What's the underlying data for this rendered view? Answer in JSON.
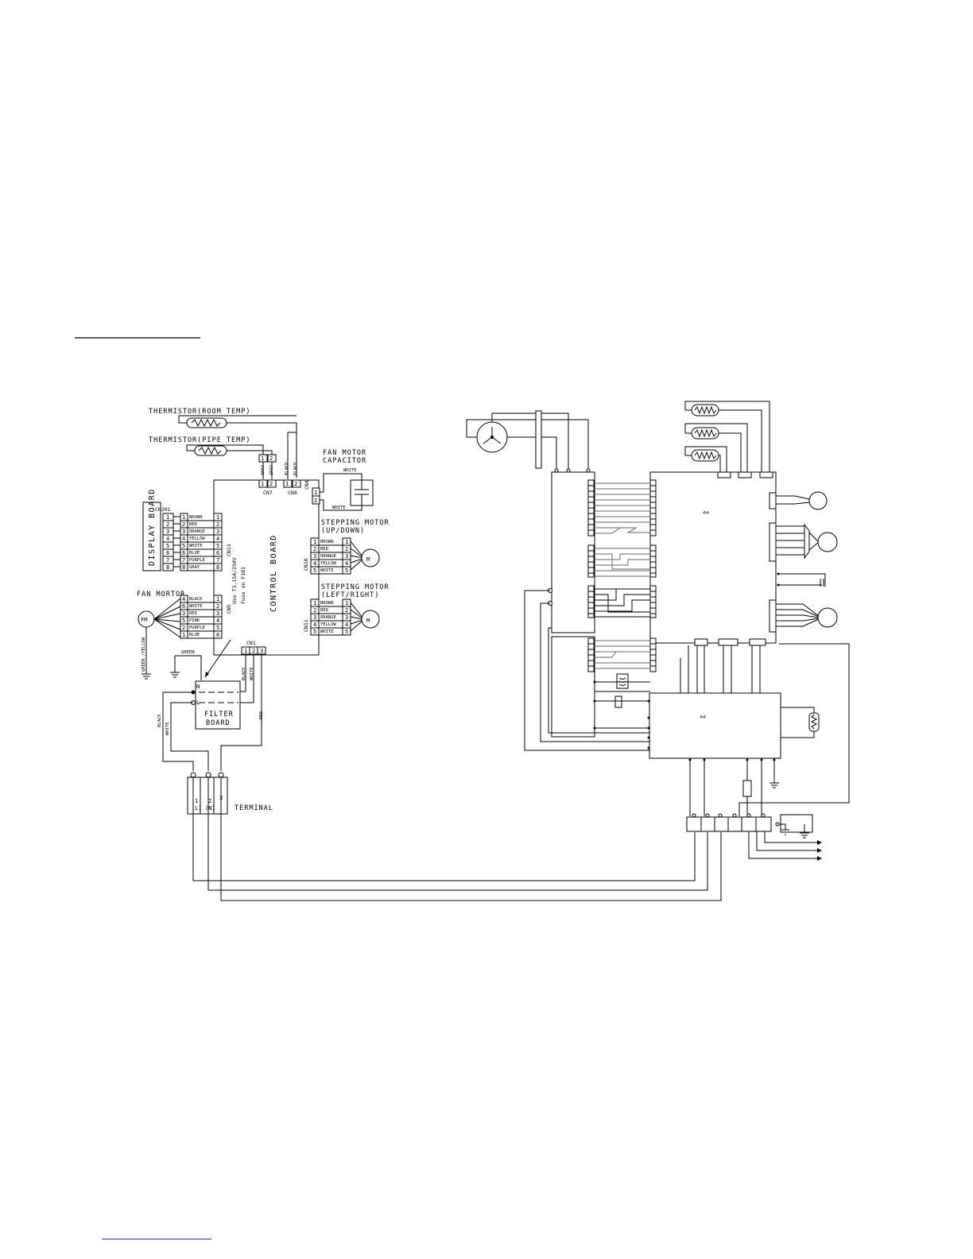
{
  "colors": {
    "line": "#000000",
    "gray_line": "#666666",
    "background": "#ffffff",
    "link_underline": "#3355cc"
  },
  "indoor": {
    "thermistor_room": "THERMISTOR(ROOM TEMP)",
    "thermistor_pipe": "THERMISTOR(PIPE TEMP)",
    "fan_motor_capacitor": [
      "FAN MOTOR",
      "CAPACITOR"
    ],
    "capacitor_wires": [
      "WHITE",
      "WHITE"
    ],
    "cn7": {
      "label": "CN7",
      "wires": [
        "GRAY",
        "GRAY"
      ],
      "pins": [
        "1",
        "2"
      ]
    },
    "cn8": {
      "label": "CN8",
      "wires": [
        "BLACK",
        "BLACK"
      ],
      "pins": [
        "1",
        "2"
      ]
    },
    "cn4": {
      "label": "CN4",
      "pins": [
        "1",
        "2"
      ]
    },
    "display_board": "DISPLAY BOARD",
    "cn201": "CN201",
    "cn13": {
      "label": "CN13",
      "wires": [
        "BROWN",
        "RED",
        "ORANGE",
        "YELLOW",
        "WHITE",
        "BLUE",
        "PURPLE",
        "GRAY"
      ],
      "pins": [
        "1",
        "2",
        "3",
        "4",
        "5",
        "6",
        "7",
        "8"
      ]
    },
    "control_board": "CONTROL BOARD",
    "fuse_note": [
      "Use T3.15A/250V",
      "Fuse on F101"
    ],
    "stepping_motor_ud": [
      "STEPPING MOTOR",
      "(UP/DOWN)"
    ],
    "cn10": {
      "label": "CN10",
      "wires": [
        "BROWN",
        "RED",
        "ORANGE",
        "YELLOW",
        "WHITE"
      ],
      "pins": [
        "1",
        "2",
        "3",
        "4",
        "5"
      ]
    },
    "stepping_motor_lr": [
      "STEPPING MOTOR",
      "(LEFT/RIGHT)"
    ],
    "cn11": {
      "label": "CN11",
      "wires": [
        "BROWN",
        "RED",
        "ORANGE",
        "YELLOW",
        "WHITE"
      ],
      "pins": [
        "1",
        "2",
        "3",
        "4",
        "5"
      ]
    },
    "motor_symbol": "M",
    "fan_motor": "FAN MORTOR",
    "fan_motor_symbol": "FM",
    "cn5": {
      "label": "CN5",
      "wires": [
        "BLACK",
        "WHITE",
        "RED",
        "PINK",
        "PURPLE",
        "BLUE"
      ],
      "pins_left": [
        "4",
        "6",
        "3",
        "5",
        "2",
        "1"
      ],
      "pins_right": [
        "1",
        "2",
        "3",
        "4",
        "5",
        "6"
      ]
    },
    "ground_wire": "GREEN /YELLOW",
    "green_label": "GREEN",
    "cn1": {
      "label": "CN1",
      "pins": [
        "1",
        "2",
        "3"
      ]
    },
    "cn1_wires": [
      "BLACK",
      "WHITE"
    ],
    "red_label": "RED",
    "filter_board": [
      "FILTER",
      "BOARD"
    ],
    "filter_pins": [
      "N",
      "L"
    ],
    "supply_wires": [
      "BLACK",
      "WHITE"
    ],
    "terminal": "TERMINAL",
    "terminal_pins": [
      "1",
      "(L)",
      "2",
      "(N)",
      "3"
    ]
  },
  "outdoor": {
    "board_symbol": "∾"
  }
}
